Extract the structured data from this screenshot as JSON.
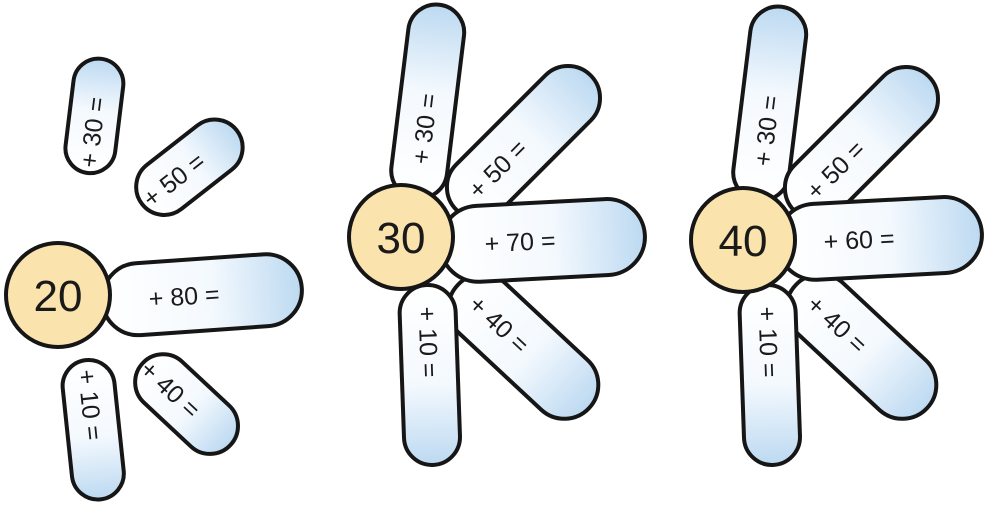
{
  "flowers": [
    {
      "center": "20",
      "petals": [
        {
          "label": "+ 30 ="
        },
        {
          "label": "+ 50 ="
        },
        {
          "label": "+ 80 ="
        },
        {
          "label": "+ 40 ="
        },
        {
          "label": "+ 10 ="
        }
      ]
    },
    {
      "center": "30",
      "petals": [
        {
          "label": "+ 30 ="
        },
        {
          "label": "+ 50 ="
        },
        {
          "label": "+ 70 ="
        },
        {
          "label": "+ 40 ="
        },
        {
          "label": "+ 10 ="
        }
      ]
    },
    {
      "center": "40",
      "petals": [
        {
          "label": "+ 30 ="
        },
        {
          "label": "+ 50 ="
        },
        {
          "label": "+ 60 ="
        },
        {
          "label": "+ 40 ="
        },
        {
          "label": "+ 10 ="
        }
      ]
    }
  ],
  "colors": {
    "petal_fill": "#ffffff",
    "petal_tint": "#bcd9f1",
    "center_fill": "#fbe3ad",
    "outline": "#161616"
  }
}
